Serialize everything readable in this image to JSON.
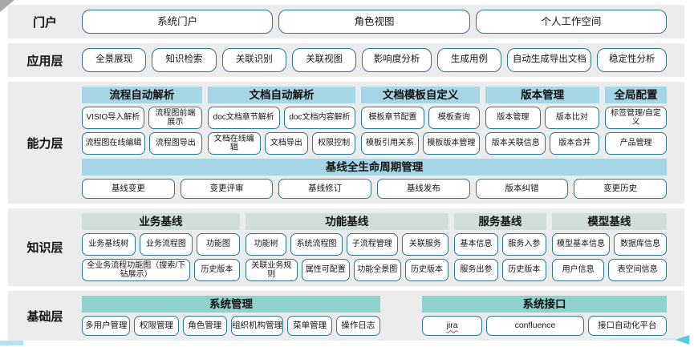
{
  "portal": {
    "label": "门户",
    "items": [
      "系统门户",
      "角色视图",
      "个人工作空间"
    ]
  },
  "application": {
    "label": "应用层",
    "items": [
      "全景展现",
      "知识检索",
      "关联识别",
      "关联视图",
      "影响度分析",
      "生成用例",
      "自动生成导出文档",
      "稳定性分析"
    ]
  },
  "capability": {
    "label": "能力层",
    "groups": [
      {
        "title": "流程自动解析",
        "rows": [
          [
            "VISIO导入解析",
            "流程图前端展示"
          ],
          [
            "流程图在线编辑",
            "流程图导出"
          ]
        ]
      },
      {
        "title": "文档自动解析",
        "rows": [
          [
            "doc文档章节解析",
            "doc文档内容解析"
          ],
          [
            "文档在线编辑",
            "文档导出",
            "权限控制"
          ]
        ]
      },
      {
        "title": "文档模板自定义",
        "rows": [
          [
            "模板章节配置",
            "模板查询"
          ],
          [
            "模板引用关系",
            "模板版本管理"
          ]
        ]
      },
      {
        "title": "版本管理",
        "rows": [
          [
            "版本管理",
            "版本比对"
          ],
          [
            "版本关联信息",
            "版本合并"
          ]
        ]
      },
      {
        "title": "全局配置",
        "rows": [
          [
            "标签管理/自定义"
          ],
          [
            "产品管理"
          ]
        ]
      }
    ],
    "lifecycle": {
      "title": "基线全生命周期管理",
      "items": [
        "基线变更",
        "变更评审",
        "基线修订",
        "基线发布",
        "版本纠错",
        "变更历史"
      ]
    }
  },
  "knowledge": {
    "label": "知识层",
    "groups": [
      {
        "title": "业务基线",
        "rows": [
          [
            "业务基线树",
            "业务流程图",
            "功能图"
          ],
          [
            "全业务流程功能图（搜索/下钻展示）",
            "历史版本"
          ]
        ]
      },
      {
        "title": "功能基线",
        "rows": [
          [
            "功能树",
            "系统流程图",
            "子流程管理",
            "关联服务"
          ],
          [
            "关联业务规则",
            "属性可配置",
            "功能全景图",
            "历史版本"
          ]
        ]
      },
      {
        "title": "服务基线",
        "rows": [
          [
            "基本信息",
            "服务入参"
          ],
          [
            "服务出参",
            "历史版本"
          ]
        ]
      },
      {
        "title": "模型基线",
        "rows": [
          [
            "模型基本信息",
            "数据库信息"
          ],
          [
            "用户信息",
            "表空间信息"
          ]
        ]
      }
    ]
  },
  "foundation": {
    "label": "基础层",
    "groups": [
      {
        "title": "系统管理",
        "items": [
          "多用户管理",
          "权限管理",
          "角色管理",
          "组织机构管理",
          "菜单管理",
          "操作日志"
        ]
      },
      {
        "title": "系统接口",
        "items": [
          "jira",
          "confluence",
          "接口自动化平台"
        ]
      }
    ]
  },
  "misspelled_items": [
    "jira"
  ],
  "colors": {
    "band_bg": "#ececec",
    "button_border": "#2a7694",
    "capability_header": "#a6d5e6",
    "knowledge_header": "#cfdeda",
    "foundation_header": "#8ed1cd",
    "accent_arrow": "#59c7d6"
  }
}
